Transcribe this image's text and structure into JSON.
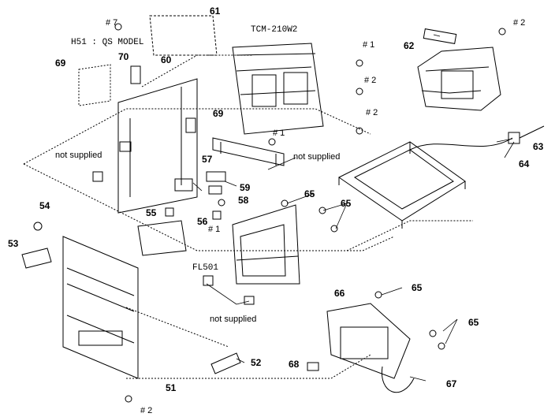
{
  "labels": {
    "p61": "61",
    "p7": "# 7",
    "model": "H51 : QS MODEL",
    "tcm": "TCM-210W2",
    "p1a": "# 1",
    "p2a": "# 2",
    "p2b": "# 2",
    "p2c": "# 2",
    "p62": "62",
    "p69a": "69",
    "p70": "70",
    "p60": "60",
    "p69b": "69",
    "p1b": "# 1",
    "ns1": "not supplied",
    "ns2": "not supplied",
    "ns3": "not supplied",
    "p63": "63",
    "p64": "64",
    "p57": "57",
    "p59": "59",
    "p65a": "65",
    "p58": "58",
    "p65b": "65",
    "p54": "54",
    "p55": "55",
    "p56": "56",
    "p1c": "# 1",
    "p53": "53",
    "fl501": "FL501",
    "p65c": "65",
    "p66": "66",
    "p65d": "65",
    "p68": "68",
    "p52": "52",
    "p67": "67",
    "p51": "51",
    "p2d": "# 2"
  }
}
